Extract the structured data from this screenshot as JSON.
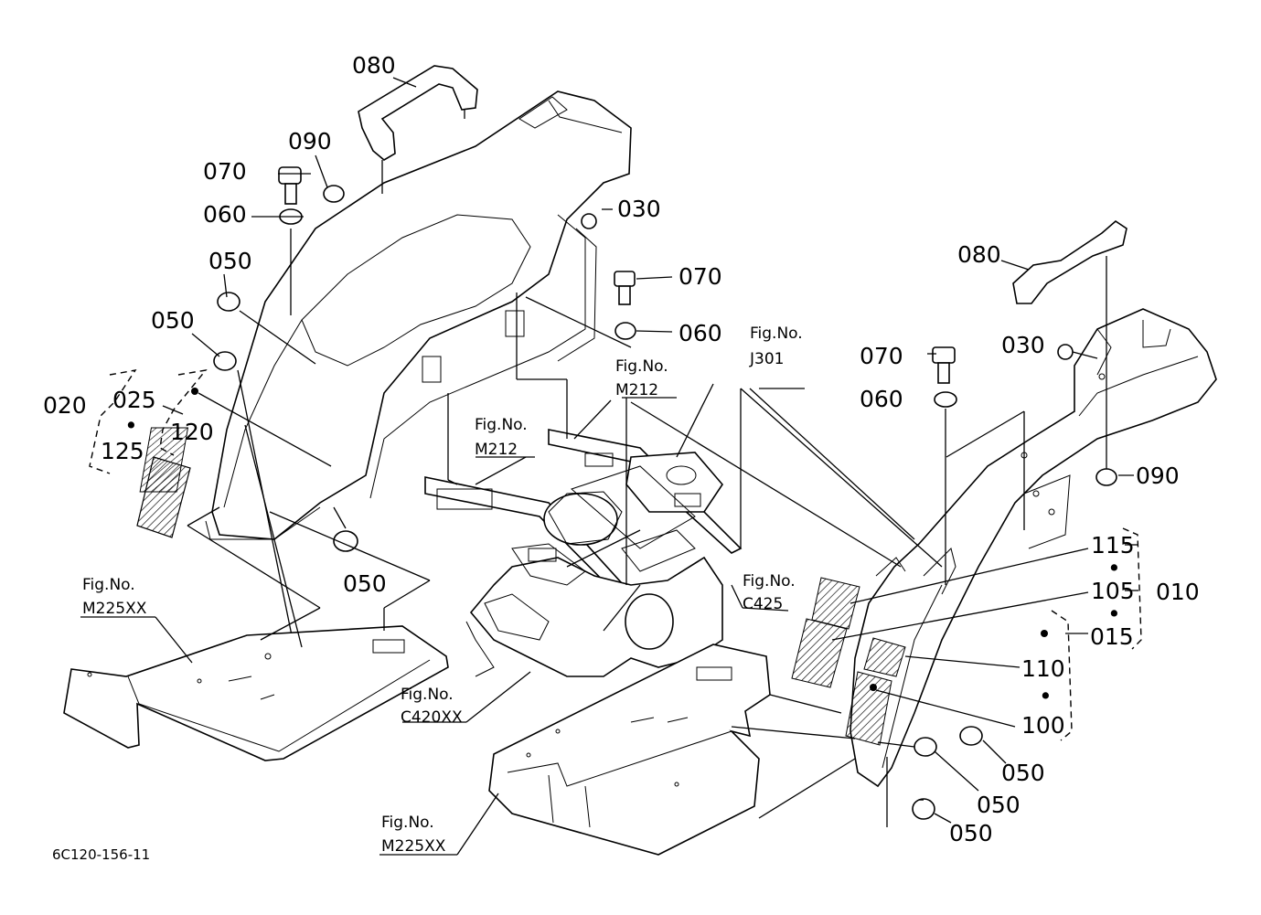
{
  "drawing_code": "6C120-156-11",
  "parts": {
    "p080_left": "080",
    "p090_left": "090",
    "p070_left": "070",
    "p060_left": "060",
    "p030_left": "030",
    "p050_a": "050",
    "p050_b": "050",
    "p050_c": "050",
    "p020": "020",
    "p025": "025",
    "p120": "120",
    "p125": "125",
    "p070_mid": "070",
    "p060_mid": "060",
    "p080_right": "080",
    "p030_right": "030",
    "p070_right": "070",
    "p060_right": "060",
    "p090_right": "090",
    "p115": "115",
    "p105": "105",
    "p010": "010",
    "p015": "015",
    "p110": "110",
    "p100": "100",
    "p050_d": "050",
    "p050_e": "050",
    "p050_f": "050"
  },
  "figure_refs": {
    "ref_j301": {
      "label": "Fig.No.",
      "code": "J301"
    },
    "ref_m212_a": {
      "label": "Fig.No.",
      "code": "M212"
    },
    "ref_m212_b": {
      "label": "Fig.No.",
      "code": "M212"
    },
    "ref_c425": {
      "label": "Fig.No.",
      "code": "C425"
    },
    "ref_m225xx_left": {
      "label": "Fig.No.",
      "code": "M225XX"
    },
    "ref_c420xx": {
      "label": "Fig.No.",
      "code": "C420XX"
    },
    "ref_m225xx_bottom": {
      "label": "Fig.No.",
      "code": "M225XX"
    }
  },
  "dots": [
    "•",
    "•",
    "•",
    "•"
  ]
}
